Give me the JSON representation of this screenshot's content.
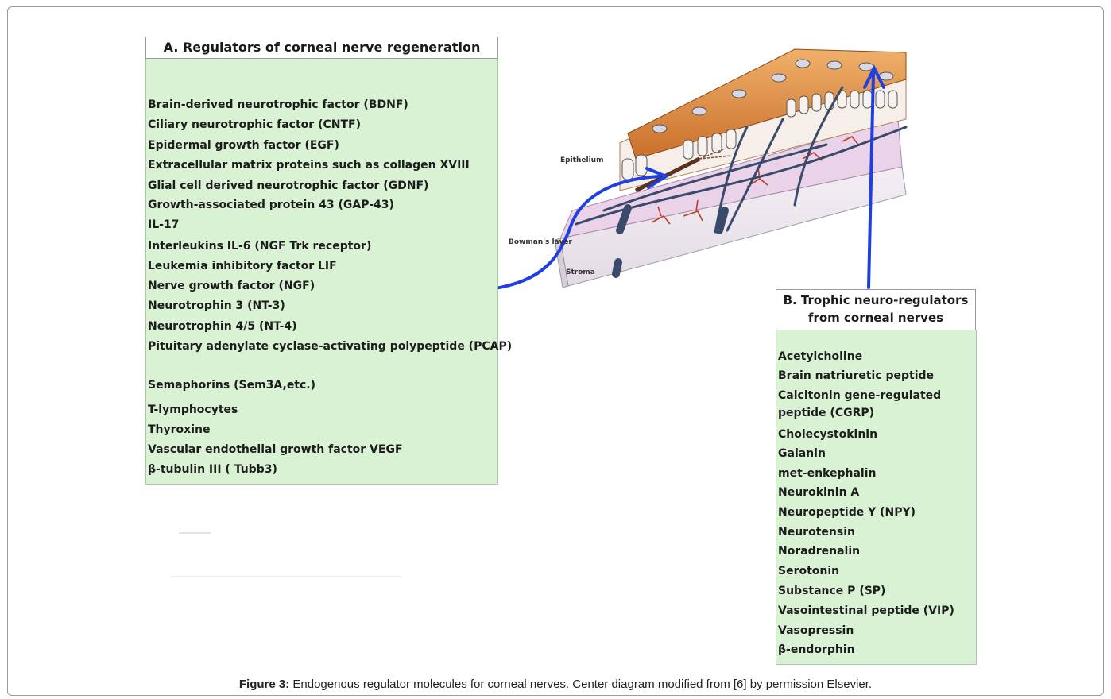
{
  "panelA": {
    "title": "A. Regulators of corneal nerve regeneration",
    "items": [
      "Brain-derived neurotrophic factor (BDNF)",
      "Ciliary neurotrophic factor (CNTF)",
      "Epidermal growth factor (EGF)",
      "Extracellular matrix proteins such as collagen XVIII",
      "Glial cell derived neurotrophic factor (GDNF)",
      "Growth-associated protein 43 (GAP-43)",
      "IL-17",
      "Interleukins IL-6 (NGF Trk receptor)",
      "Leukemia inhibitory factor LIF",
      "Nerve growth factor (NGF)",
      "Neurotrophin 3 (NT-3)",
      "Neurotrophin 4/5 (NT-4)",
      "Pituitary adenylate cyclase-activating polypeptide (PCAP)",
      "Semaphorins (Sem3A,etc.)",
      "T-lymphocytes",
      "Thyroxine",
      "Vascular endothelial growth factor VEGF",
      "β-tubulin III ( Tubb3)"
    ]
  },
  "panelB": {
    "title_line1": "B. Trophic neuro-regulators",
    "title_line2": "from corneal nerves",
    "items": [
      "Acetylcholine",
      "Brain natriuretic peptide",
      "Calcitonin gene-regulated",
      "peptide (CGRP)",
      "Cholecystokinin",
      "Galanin",
      "met-enkephalin",
      "Neurokinin A",
      "Neuropeptide Y (NPY)",
      "Neurotensin",
      "Noradrenalin",
      "Serotonin",
      "Substance P (SP)",
      "Vasointestinal peptide (VIP)",
      "Vasopressin",
      "β-endorphin"
    ]
  },
  "diagram": {
    "labels": {
      "epithelium": "Epithelium",
      "bowmans_layer": "Bowman's layer",
      "stroma": "Stroma"
    }
  },
  "caption": {
    "label": "Figure 3:",
    "text": " Endogenous regulator molecules for corneal nerves. Center diagram modified from [6] by permission Elsevier."
  },
  "colors": {
    "panel_fill": "#d9f2d4",
    "arrow": "#1f3fe0",
    "epithelium": "#e39a55",
    "nerve": "#3a4a6a"
  }
}
